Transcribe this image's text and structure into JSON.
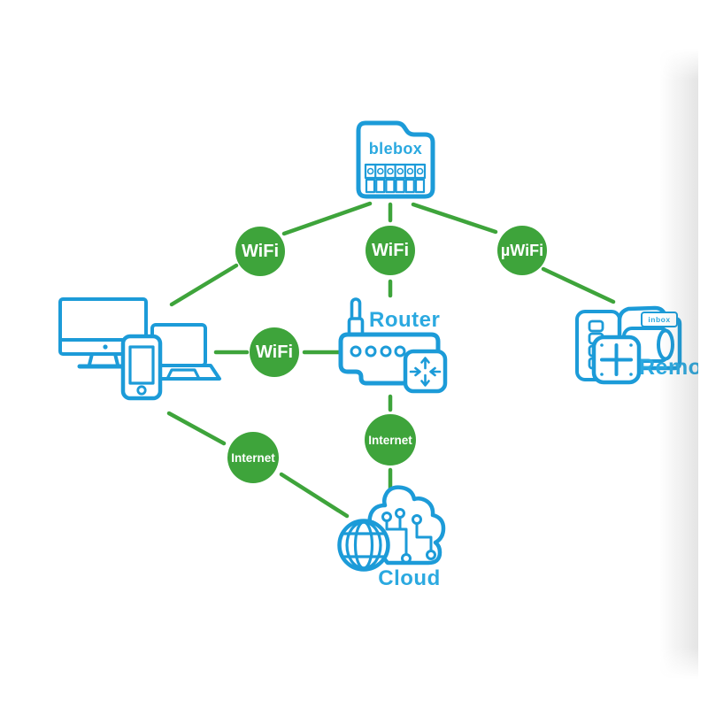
{
  "diagram": {
    "nodes": {
      "blebox": "blebox",
      "router": "Router",
      "cloud": "Cloud",
      "remote": "Remote",
      "inbox": "inbox"
    },
    "badges": {
      "wifi_top_left": "WiFi",
      "wifi_top_center": "WiFi",
      "uwifi_top_right": "µWiFi",
      "wifi_middle": "WiFi",
      "internet_left": "Internet",
      "internet_center": "Internet"
    },
    "colors": {
      "connection_green": "#3EA43B",
      "device_outline_blue": "#1C9BD8",
      "label_blue": "#2BA9E0",
      "badge_text": "#FFFFFF",
      "background": "#FFFFFF"
    }
  }
}
